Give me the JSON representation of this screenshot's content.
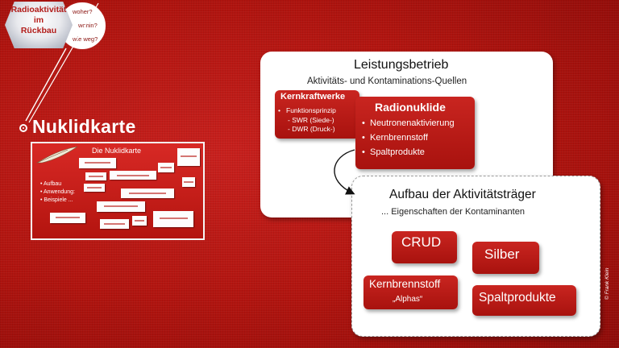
{
  "nav": {
    "title_line1": "Radioaktivität",
    "title_line2": "im",
    "title_line3": "Rückbau",
    "items": [
      "woher?",
      "wohin?",
      "wie weg?"
    ]
  },
  "topic": {
    "title": "Nuklidkarte"
  },
  "thumbnail": {
    "title": "Die Nuklidkarte",
    "list": [
      "Aufbau",
      "Anwendung:",
      "Beispiele ..."
    ]
  },
  "panel_top": {
    "title": "Leistungsbetrieb",
    "subtitle": "Aktivitäts- und Kontaminations-Quellen"
  },
  "kernkraftwerke": {
    "title": "Kernkraftwerke",
    "line1": "Funktionsprinzip",
    "line2": "- SWR (Siede-)",
    "line3": "- DWR (Druck-)"
  },
  "radionuklide": {
    "title": "Radionuklide",
    "items": [
      "Neutronenaktivierung",
      "Kernbrennstoff",
      "Spaltprodukte"
    ]
  },
  "panel_bottom": {
    "title": "Aufbau der Aktivitätsträger",
    "subtitle": "... Eigenschaften der Kontaminanten"
  },
  "tiles": {
    "crud": "CRUD",
    "silber": "Silber",
    "kernbrennstoff": "Kernbrennstoff",
    "kernbrennstoff_sub": "„Alphas“",
    "spaltprodukte": "Spaltprodukte"
  },
  "copyright": "© Frank Klein",
  "colors": {
    "background": "#b0140f",
    "box_red": "#b81a15",
    "panel": "#ffffff"
  }
}
